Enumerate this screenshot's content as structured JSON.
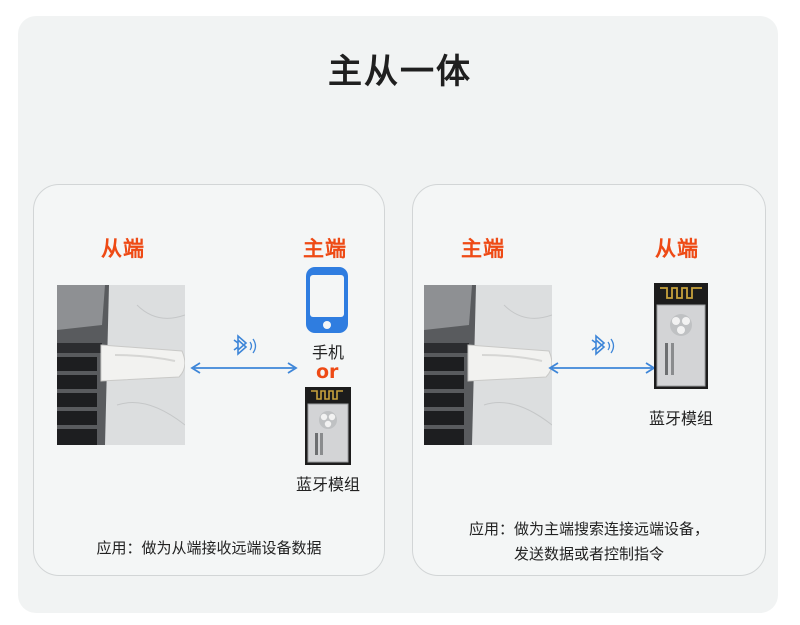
{
  "page_title": "主从一体",
  "left_panel": {
    "slave_label": "从端",
    "master_label": "主端",
    "phone_caption": "手机",
    "or_text": "or",
    "module_caption": "蓝牙模组",
    "description": "应用：做为从端接收远端设备数据"
  },
  "right_panel": {
    "master_label": "主端",
    "slave_label": "从端",
    "module_caption": "蓝牙模组",
    "description_line1": "应用：做为主端搜索连接远端设备，",
    "description_line2": "发送数据或者控制指令"
  },
  "colors": {
    "accent": "#ee4a15",
    "link_line": "#3e86d8",
    "phone": "#2f7de0"
  },
  "icons": [
    "bluetooth-icon",
    "phone-icon",
    "bluetooth-module-image",
    "usb-dongle-photo"
  ]
}
